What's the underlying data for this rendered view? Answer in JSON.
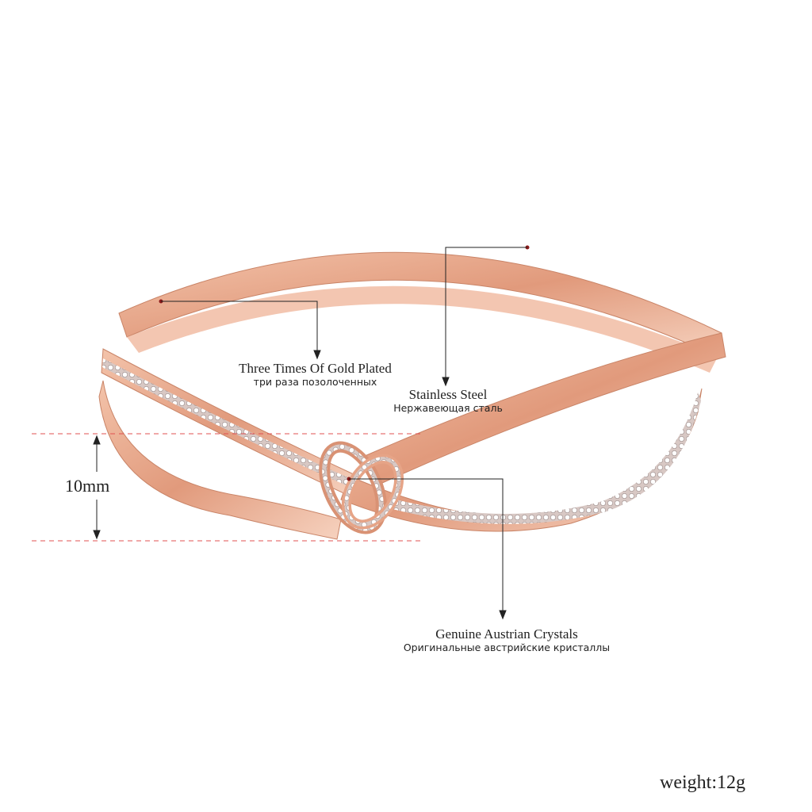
{
  "annotations": {
    "gold_plated": {
      "en": "Three Times Of Gold Plated",
      "ru": "три раза позолоченных"
    },
    "stainless_steel": {
      "en": "Stainless Steel",
      "ru": "Нержавеющая сталь"
    },
    "crystals": {
      "en": "Genuine Austrian Crystals",
      "ru": "Оригинальные австрийские кристаллы"
    }
  },
  "dimension": {
    "label": "10mm"
  },
  "weight": {
    "label": "weight:12g"
  },
  "colors": {
    "rose_gold": "#e8a98c",
    "rose_gold_dark": "#c97f63",
    "marker": "#8b1a1a",
    "dash": "#e05050"
  }
}
